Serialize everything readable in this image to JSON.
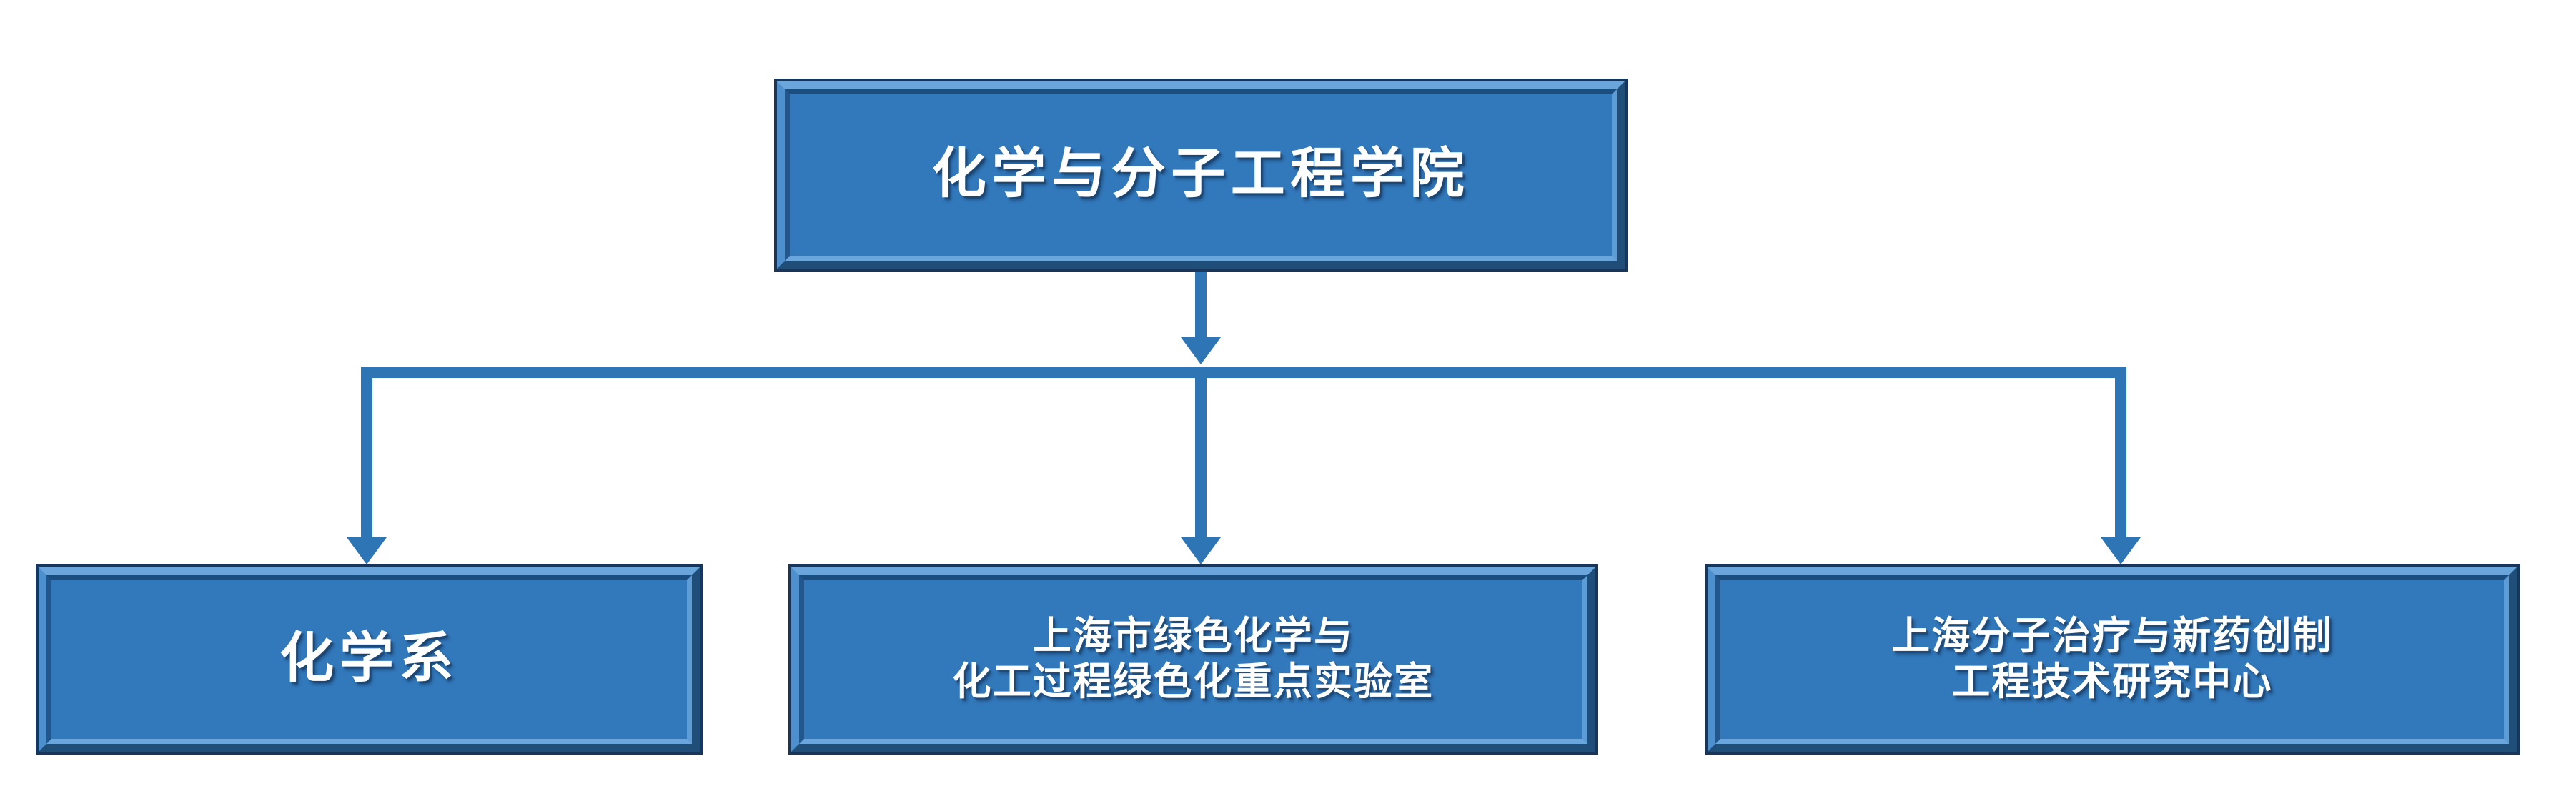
{
  "diagram": {
    "type": "organizational-chart",
    "orientation": "top-down",
    "background_color": "#FFFFFF",
    "node_fill_color": "#3279BC",
    "node_border_color": "#16365C",
    "node_bevel_light_color": "#6AA6DC",
    "node_bevel_dark_color": "#1F4E79",
    "connector_color": "#2E75B6",
    "node_text_color": "#FFFFFF"
  },
  "nodes": {
    "root": {
      "label": "化学与分子工程学院",
      "level": 0
    },
    "children": [
      {
        "id": "department-of-chemistry",
        "label": "化学系",
        "level": 1
      },
      {
        "id": "green-chemistry-key-lab",
        "label": "上海市绿色化学与\n化工过程绿色化重点实验室",
        "level": 1
      },
      {
        "id": "molecular-therapy-engineering-center",
        "label": "上海分子治疗与新药创制\n工程技术研究中心",
        "level": 1
      }
    ]
  },
  "connectors": [
    {
      "id": "root-to-bus",
      "from": "root",
      "to": "bus",
      "arrow": "down"
    },
    {
      "id": "bus-to-left",
      "from": "bus",
      "to": "department-of-chemistry",
      "arrow": "down"
    },
    {
      "id": "bus-to-mid",
      "from": "bus",
      "to": "green-chemistry-key-lab",
      "arrow": "down"
    },
    {
      "id": "bus-to-right",
      "from": "bus",
      "to": "molecular-therapy-engineering-center",
      "arrow": "down"
    }
  ]
}
